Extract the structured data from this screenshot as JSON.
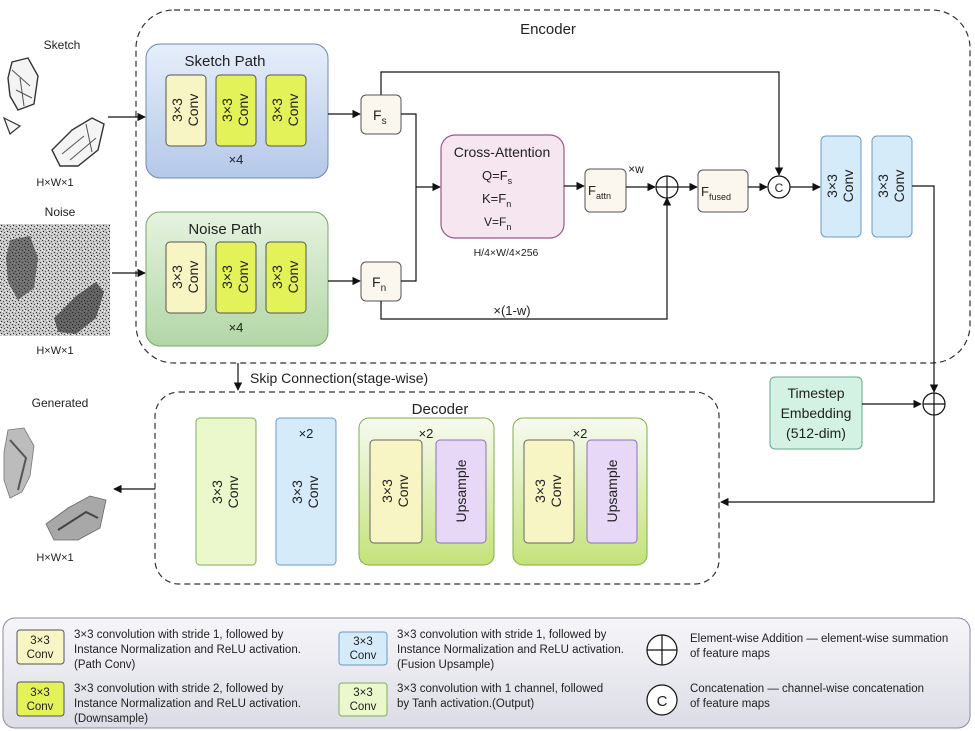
{
  "inputs": {
    "sketch_title": "Sketch",
    "sketch_dims": "H×W×1",
    "noise_title": "Noise",
    "noise_dims": "H×W×1",
    "generated_title": "Generated",
    "generated_dims": "H×W×1"
  },
  "encoder": {
    "title": "Encoder",
    "sketch_path": {
      "title": "Sketch Path",
      "conv_line1": "3×3",
      "conv_line2": "Conv",
      "repeat": "×4"
    },
    "noise_path": {
      "title": "Noise Path",
      "conv_line1": "3×3",
      "conv_line2": "Conv",
      "repeat": "×4"
    },
    "fs": {
      "main": "F",
      "sub": "s"
    },
    "fn": {
      "main": "F",
      "sub": "n"
    },
    "cross_attention": {
      "title": "Cross-Attention",
      "q_main": "Q=F",
      "q_sub": "s",
      "k_main": "K=F",
      "k_sub": "n",
      "v_main": "V=F",
      "v_sub": "n",
      "dims": "H/4×W/4×256"
    },
    "fattn": {
      "main": "F",
      "sub": "attn"
    },
    "weight_w": "×w",
    "weight_1mw": "×(1-w)",
    "ffused": {
      "main": "F",
      "sub": "fused"
    },
    "concat_symbol": "C",
    "fusion_conv_line1": "3×3",
    "fusion_conv_line2": "Conv"
  },
  "skip_connection": "Skip Connection(stage-wise)",
  "timestep": {
    "line1": "Timestep",
    "line2": "Embedding",
    "line3": "(512-dim)"
  },
  "decoder": {
    "title": "Decoder",
    "output_conv_line1": "3×3",
    "output_conv_line2": "Conv",
    "fusion_repeat": "×2",
    "fusion_conv_line1": "3×3",
    "fusion_conv_line2": "Conv",
    "up_block1_repeat": "×2",
    "up_block2_repeat": "×2",
    "up_conv_line1": "3×3",
    "up_conv_line2": "Conv",
    "upsample_label": "Upsample"
  },
  "legend": {
    "items": [
      {
        "sw1": "3×3",
        "sw2": "Conv",
        "lines": [
          "3×3 convolution with stride 1, followed by",
          "Instance Normalization and ReLU activation.",
          "(Path Conv)"
        ]
      },
      {
        "sw1": "3×3",
        "sw2": "Conv",
        "lines": [
          "3×3 convolution with stride 2,  followed by",
          "Instance Normalization and ReLU activation.",
          "(Downsample)"
        ]
      },
      {
        "sw1": "3×3",
        "sw2": "Conv",
        "lines": [
          "3×3 convolution with stride 1, followed by",
          "Instance Normalization and ReLU activation.",
          "(Fusion Upsample)"
        ]
      },
      {
        "sw1": "3×3",
        "sw2": "Conv",
        "lines": [
          "3×3 convolution with 1 channel, followed",
          "by Tanh activation.(Output)"
        ]
      },
      {
        "lines": [
          "Element-wise Addition — element-wise summation",
          "of feature maps"
        ]
      },
      {
        "symbol": "C",
        "lines": [
          "Concatenation — channel-wise concatenation",
          "of feature maps"
        ]
      }
    ]
  },
  "colors": {
    "path_conv": "#f8f5c4",
    "downsample": "#e4f25a",
    "fusion_conv": "#d6ebfa",
    "output_conv": "#eaf8cc",
    "upsample": "#e6d8f6",
    "cross_attention": "#f6e6ef",
    "timestep": "#d4f2e4",
    "sketch_path_bg": "#c6d6ee",
    "noise_path_bg": "#c6e2bc"
  }
}
